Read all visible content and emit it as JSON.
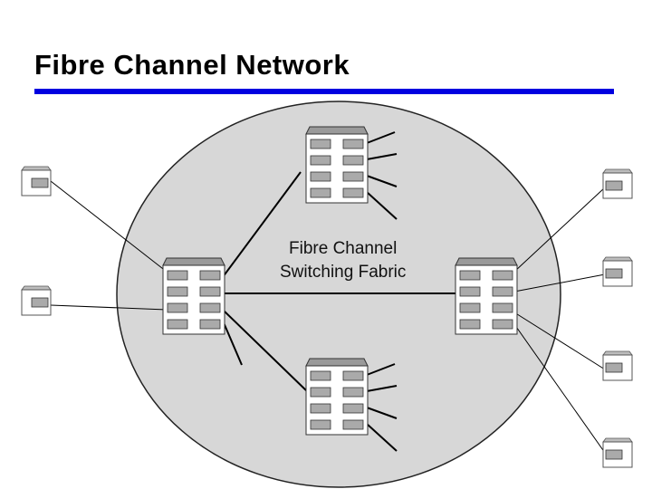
{
  "slide": {
    "title": "Fibre Channel Network"
  },
  "diagram": {
    "fabric_label_line1": "Fibre Channel",
    "fabric_label_line2": "Switching Fabric"
  },
  "colors": {
    "title_rule": "#0000e0",
    "fabric_fill": "#d7d7d7",
    "switch_fill": "#ffffff",
    "port_fill": "#aaaaaa",
    "node_screen": "#aaaaaa",
    "line": "#000000"
  }
}
